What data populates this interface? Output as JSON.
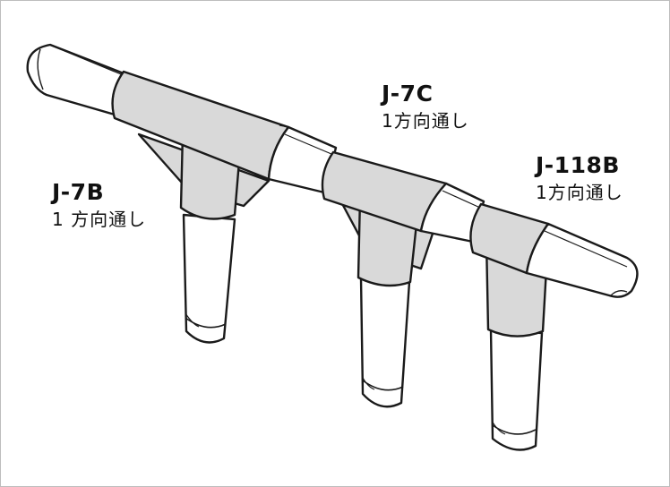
{
  "colors": {
    "fitting_fill": "#d9d9d9",
    "pipe_fill": "#ffffff",
    "line": "#1a1a1a",
    "border": "#bdbdbd"
  },
  "labels": [
    {
      "code": "J-7B",
      "desc": "1 方向通し"
    },
    {
      "code": "J-7C",
      "desc": "1方向通し"
    },
    {
      "code": "J-118B",
      "desc": "1方向通し"
    }
  ]
}
